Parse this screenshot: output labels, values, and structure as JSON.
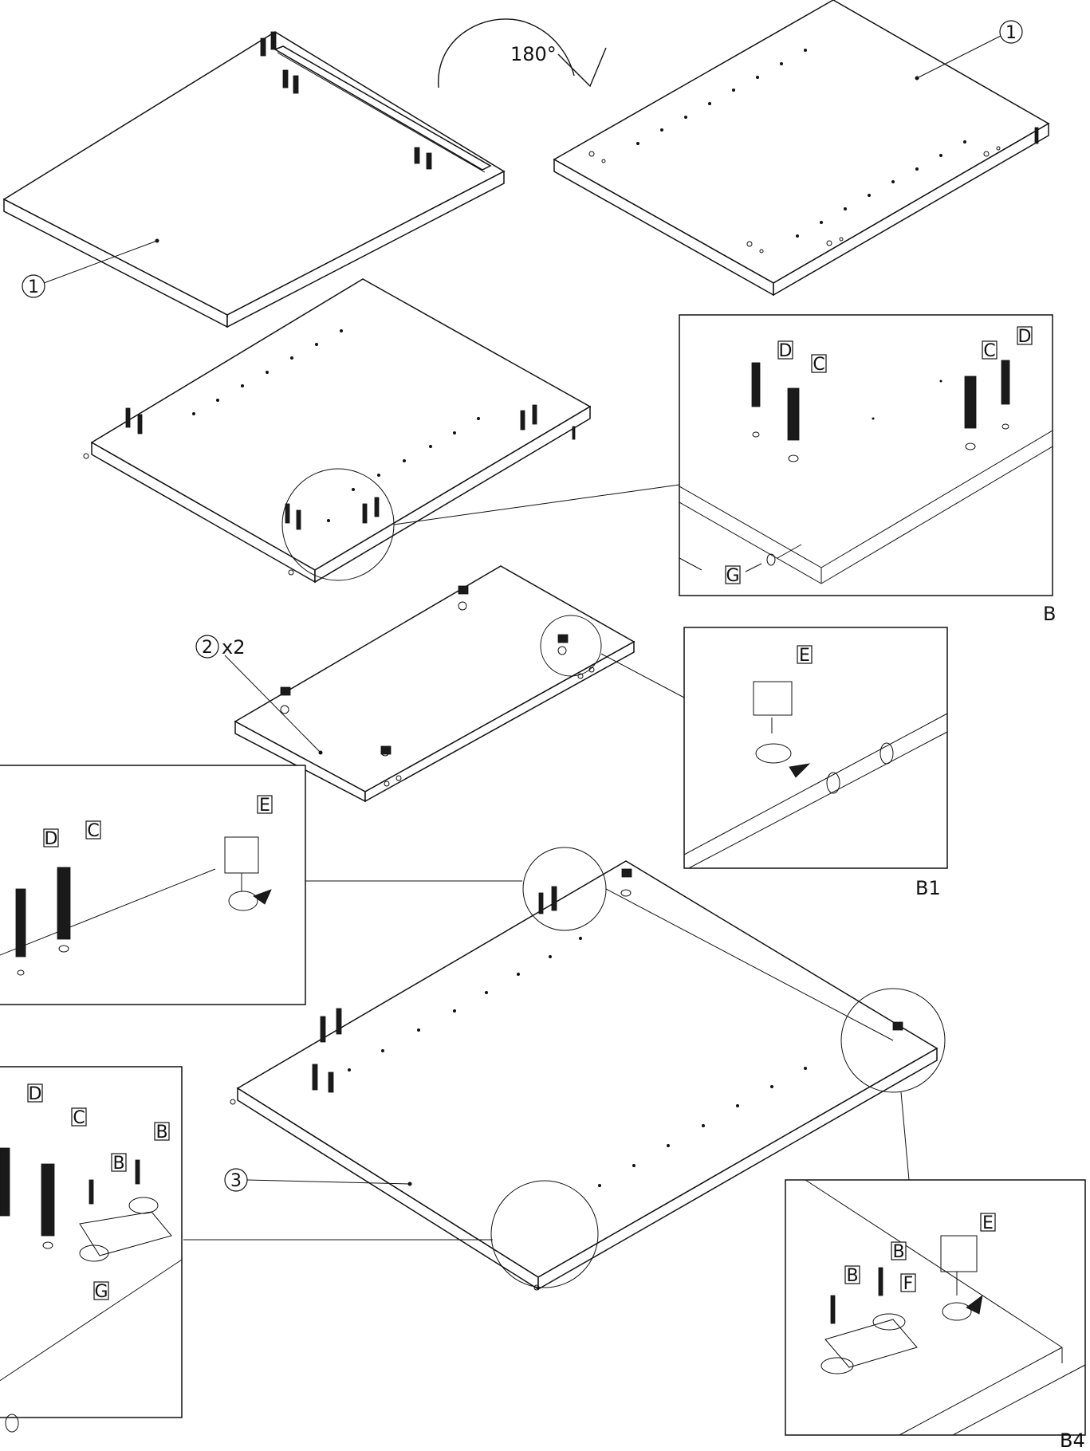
{
  "rotation": {
    "label": "180°"
  },
  "parts": {
    "part1": "1",
    "part2": "2",
    "part2_qty": "x2",
    "part3": "3"
  },
  "hardware": {
    "B": "B",
    "C": "C",
    "D": "D",
    "E": "E",
    "F": "F",
    "G": "G"
  },
  "details": {
    "b": "B",
    "b1": "B1",
    "b4": "B4"
  }
}
